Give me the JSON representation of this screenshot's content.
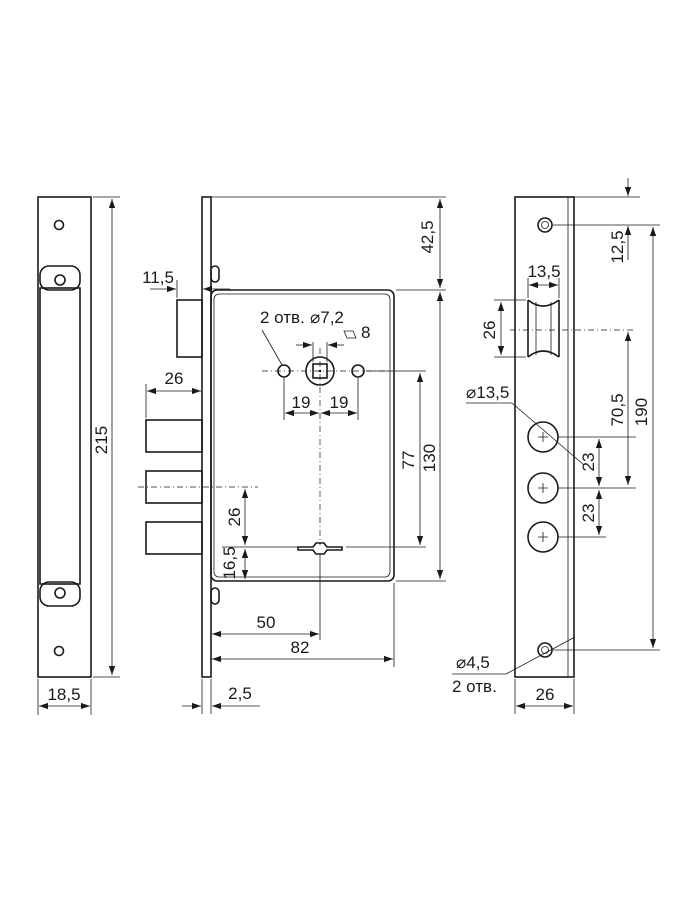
{
  "drawing": {
    "faceplate": {
      "height_label": "215",
      "width_label": "18,5"
    },
    "lock_body": {
      "backset_label": "11,5",
      "bolt_length_label": "26",
      "holes_label": "2 отв.",
      "holes_dia_label": "⌀7,2",
      "spindle_label": "8",
      "spindle_offset_left_label": "19",
      "spindle_offset_right_label": "19",
      "top_offset_label": "42,5",
      "spindle_to_key_label": "77",
      "case_height_label": "130",
      "key_to_bolt_label": "26",
      "key_to_bottom_label": "16,5",
      "key_backset_label": "50",
      "case_depth_label": "82",
      "plate_thickness_label": "2,5"
    },
    "strike_plate": {
      "top_hole_label": "12,5",
      "latch_width_label": "13,5",
      "latch_height_label": "26",
      "bolt_hole_dia_label": "⌀13,5",
      "latch_to_bolt_label": "70,5",
      "holes_distance_label": "190",
      "bolt_pitch_1_label": "23",
      "bolt_pitch_2_label": "23",
      "screw_hole_dia_label": "⌀4,5",
      "screw_holes_label": "2 отв.",
      "width_label": "26"
    }
  }
}
